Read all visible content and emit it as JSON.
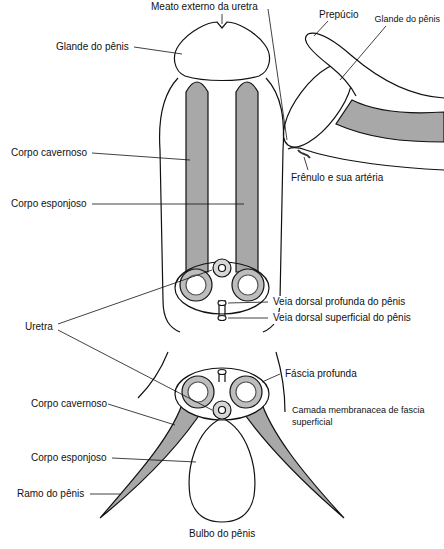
{
  "diagram": {
    "labels": [
      "Meato externo da uretra",
      "Prepúcio",
      "Glande do pênis",
      "Glande do pênis",
      "Corpo cavernoso",
      "Frênulo e sua artéria",
      "Corpo esponjoso",
      "Uretra",
      "Veia dorsal profunda do pênis",
      "Veia dorsal superficial do pênis",
      "Fáscia profunda",
      "Corpo cavernoso",
      "Camada membranacea de fascia superficial",
      "Corpo esponjoso",
      "Ramo do pênis",
      "Bulbo do pênis"
    ]
  }
}
